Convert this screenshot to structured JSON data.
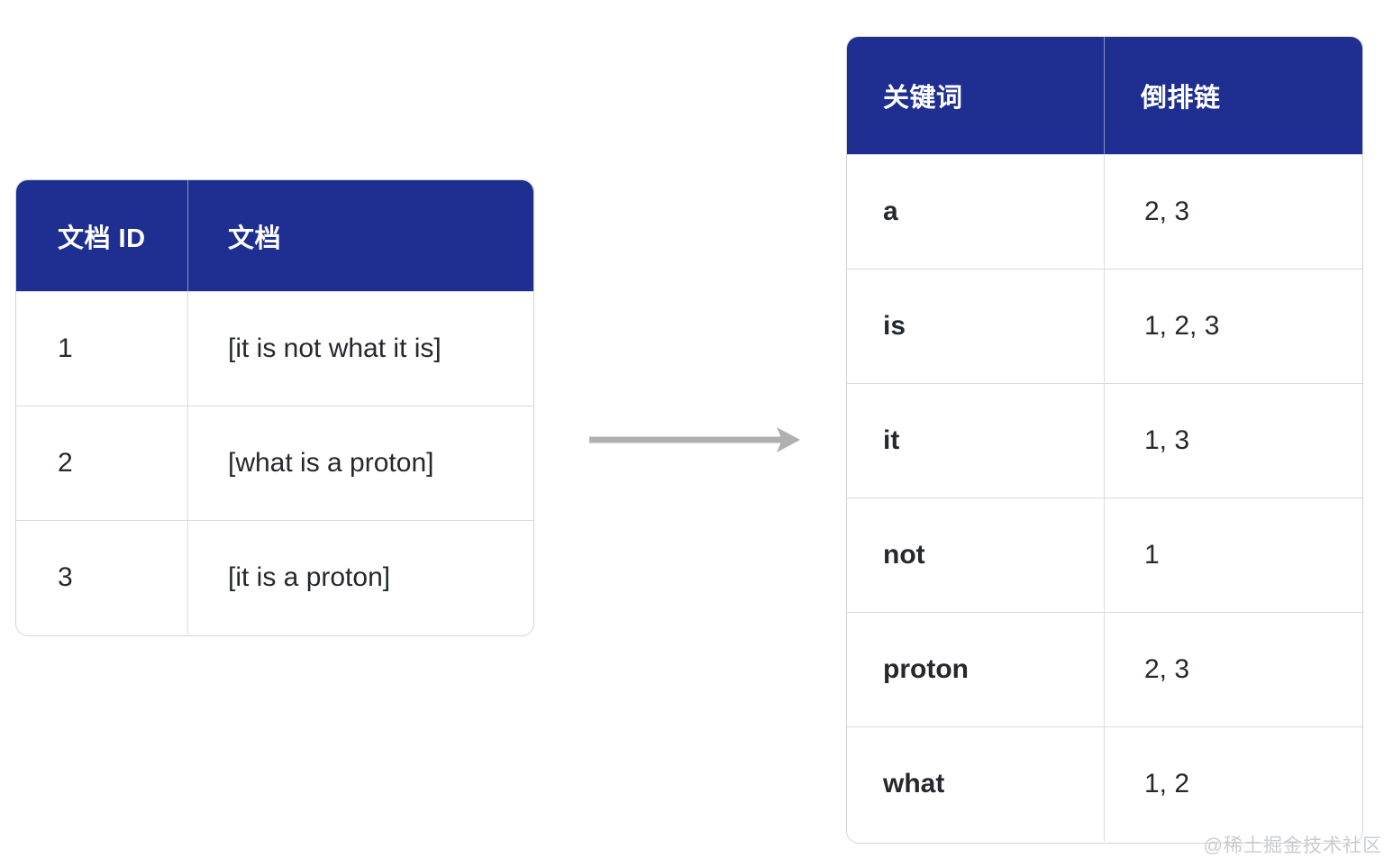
{
  "background_color": "#ffffff",
  "accent_color": "#1e2f91",
  "border_color": "#d8dadd",
  "text_color": "#25282c",
  "docs_table": {
    "name": "documents-table",
    "headers": [
      "文档 ID",
      "文档"
    ],
    "rows": [
      {
        "id": "1",
        "doc": "[it is not what it is]"
      },
      {
        "id": "2",
        "doc": "[what is a proton]"
      },
      {
        "id": "3",
        "doc": "[it is a proton]"
      }
    ]
  },
  "index_table": {
    "name": "inverted-index-table",
    "headers": [
      "关键词",
      "倒排链"
    ],
    "rows": [
      {
        "term": "a",
        "postings": "2, 3"
      },
      {
        "term": "is",
        "postings": "1, 2, 3"
      },
      {
        "term": "it",
        "postings": "1, 3"
      },
      {
        "term": "not",
        "postings": "1"
      },
      {
        "term": "proton",
        "postings": "2, 3"
      },
      {
        "term": "what",
        "postings": "1, 2"
      }
    ]
  },
  "arrow": {
    "icon": "arrow-right-icon",
    "color": "#b0b0b0",
    "direction": "right"
  },
  "watermark": {
    "text": "@稀土掘金技术社区",
    "color": "#c9ccd0"
  }
}
